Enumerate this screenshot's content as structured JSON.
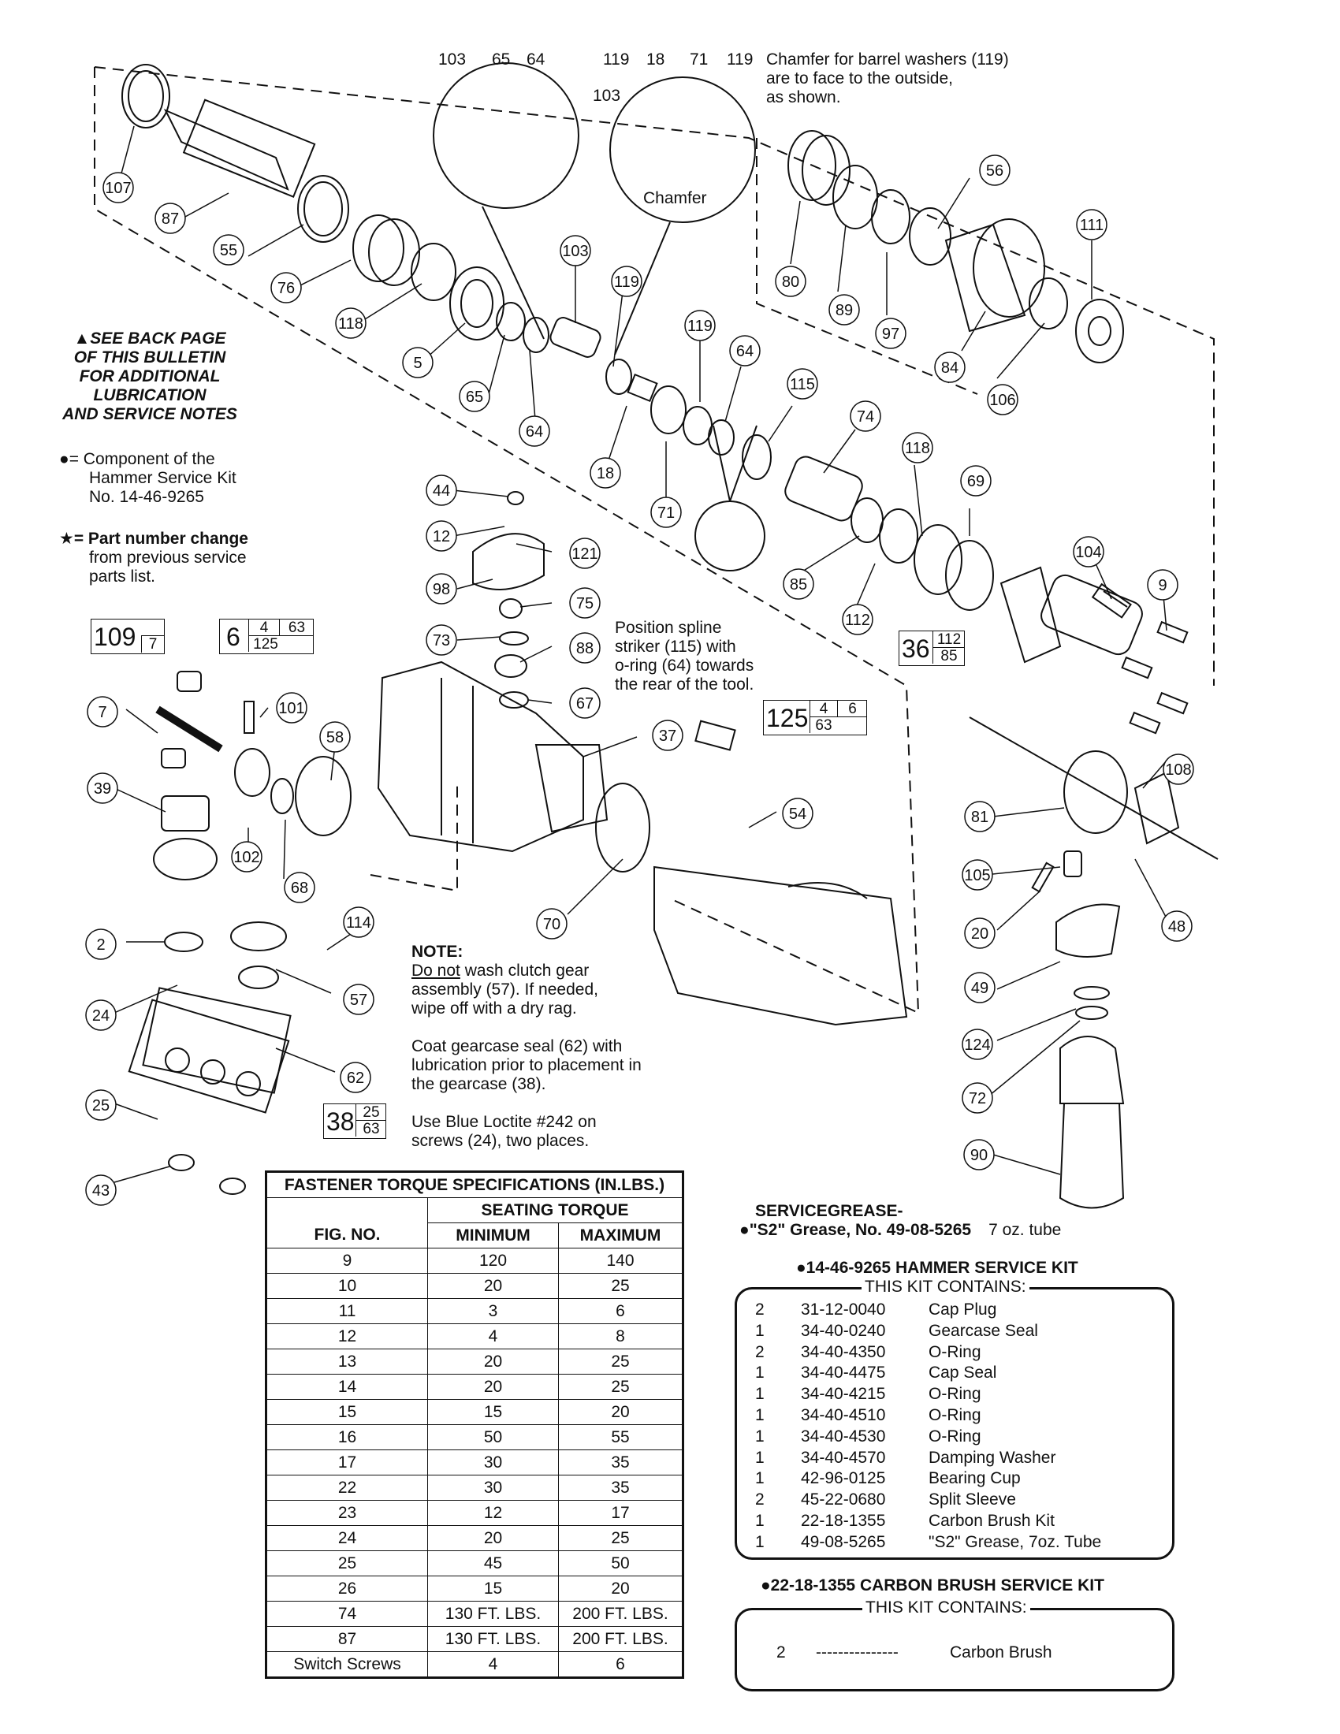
{
  "callouts": {
    "top_numbers": [
      "103",
      "65",
      "64",
      "119",
      "18",
      "71",
      "119"
    ],
    "chamfer_note": [
      "Chamfer for barrel washers (119)",
      "are to face to the outside,",
      "as shown."
    ],
    "inner_103": "103",
    "chamfer_label": "Chamfer",
    "parts": [
      "107",
      "87",
      "55",
      "76",
      "118",
      "5",
      "65",
      "64",
      "103",
      "119",
      "18",
      "71",
      "119",
      "64",
      "115",
      "74",
      "118",
      "69",
      "104",
      "9",
      "85",
      "112",
      "80",
      "89",
      "97",
      "56",
      "111",
      "84",
      "106",
      "44",
      "12",
      "121",
      "98",
      "75",
      "73",
      "88",
      "67",
      "101",
      "58",
      "37",
      "54",
      "70",
      "7",
      "39",
      "102",
      "68",
      "2",
      "114",
      "57",
      "24",
      "62",
      "25",
      "43",
      "81",
      "108",
      "105",
      "20",
      "48",
      "49",
      "124",
      "72",
      "90"
    ]
  },
  "side_notes": {
    "back_page": [
      "▲SEE BACK PAGE",
      "OF THIS BULLETIN",
      "FOR ADDITIONAL",
      "LUBRICATION",
      "AND SERVICE NOTES"
    ],
    "legend_dot_sym": "●",
    "legend_dot": [
      "= Component of the",
      "Hammer Service Kit",
      "No. 14-46-9265"
    ],
    "legend_star_sym": "★",
    "legend_star": [
      "= Part number change",
      "from previous service",
      "parts list."
    ]
  },
  "spline_note": [
    "Position spline",
    "striker (115) with",
    "o-ring (64) towards",
    "the rear of the tool."
  ],
  "ref_boxes": {
    "b109": {
      "main": "109",
      "sub": "7"
    },
    "b6": {
      "main": "6",
      "a": "4",
      "b": "63",
      "c": "125"
    },
    "b125": {
      "main": "125",
      "a": "4",
      "b": "6",
      "c": "63"
    },
    "b36": {
      "main": "36",
      "a": "112",
      "b": "85"
    },
    "b38": {
      "main": "38",
      "a": "25",
      "b": "63"
    }
  },
  "note_block": {
    "title": "NOTE:",
    "p1_underline": "Do not",
    "p1": [
      " wash clutch gear",
      "assembly (57). If needed,",
      "wipe off with a dry rag."
    ],
    "p2": [
      "Coat gearcase seal (62) with",
      "lubrication prior to placement in",
      "the gearcase (38)."
    ],
    "p3": [
      "Use Blue Loctite #242 on",
      "screws (24), two places."
    ]
  },
  "torque_table": {
    "title": "FASTENER TORQUE SPECIFICATIONS (IN.LBS.)",
    "group_header": "SEATING TORQUE",
    "columns": [
      "FIG. NO.",
      "MINIMUM",
      "MAXIMUM"
    ],
    "rows": [
      [
        "9",
        "120",
        "140"
      ],
      [
        "10",
        "20",
        "25"
      ],
      [
        "11",
        "3",
        "6"
      ],
      [
        "12",
        "4",
        "8"
      ],
      [
        "13",
        "20",
        "25"
      ],
      [
        "14",
        "20",
        "25"
      ],
      [
        "15",
        "15",
        "20"
      ],
      [
        "16",
        "50",
        "55"
      ],
      [
        "17",
        "30",
        "35"
      ],
      [
        "22",
        "30",
        "35"
      ],
      [
        "23",
        "12",
        "17"
      ],
      [
        "24",
        "20",
        "25"
      ],
      [
        "25",
        "45",
        "50"
      ],
      [
        "26",
        "15",
        "20"
      ],
      [
        "74",
        "130 FT. LBS.",
        "200 FT. LBS."
      ],
      [
        "87",
        "130 FT. LBS.",
        "200 FT. LBS."
      ],
      [
        "Switch Screws",
        "4",
        "6"
      ]
    ]
  },
  "grease": {
    "title": "SERVICEGREASE-",
    "bullet": "●",
    "item": "\"S2\" Grease, No. 49-08-5265",
    "size": "7 oz. tube"
  },
  "hammer_kit": {
    "title": "●14-46-9265 HAMMER SERVICE KIT",
    "subtitle": "THIS KIT CONTAINS:",
    "rows": [
      [
        "2",
        "31-12-0040",
        "Cap Plug"
      ],
      [
        "1",
        "34-40-0240",
        "Gearcase Seal"
      ],
      [
        "2",
        "34-40-4350",
        "O-Ring"
      ],
      [
        "1",
        "34-40-4475",
        "Cap Seal"
      ],
      [
        "1",
        "34-40-4215",
        "O-Ring"
      ],
      [
        "1",
        "34-40-4510",
        "O-Ring"
      ],
      [
        "1",
        "34-40-4530",
        "O-Ring"
      ],
      [
        "1",
        "34-40-4570",
        "Damping Washer"
      ],
      [
        "1",
        "42-96-0125",
        "Bearing Cup"
      ],
      [
        "2",
        "45-22-0680",
        "Split Sleeve"
      ],
      [
        "1",
        "22-18-1355",
        "Carbon Brush Kit"
      ],
      [
        "1",
        "49-08-5265",
        "\"S2\" Grease, 7oz. Tube"
      ]
    ]
  },
  "brush_kit": {
    "title": "●22-18-1355 CARBON BRUSH SERVICE KIT",
    "subtitle": "THIS KIT CONTAINS:",
    "qty": "2",
    "dashes": "---------------",
    "item": "Carbon Brush"
  }
}
